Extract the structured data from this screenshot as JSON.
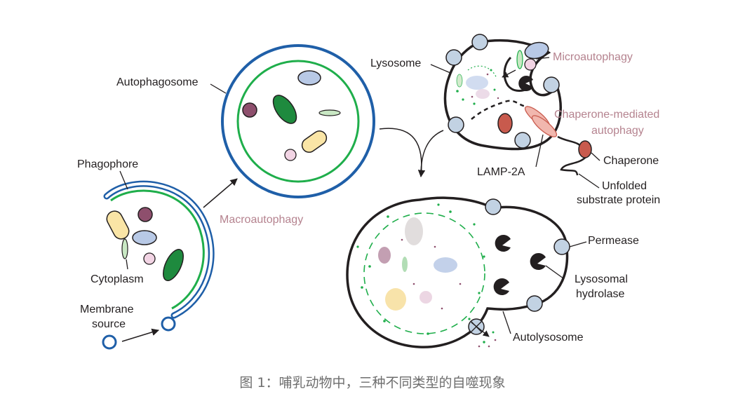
{
  "labels": {
    "autophagosome": "Autophagosome",
    "phagophore": "Phagophore",
    "cytoplasm": "Cytoplasm",
    "membrane_source": [
      "Membrane",
      "source"
    ],
    "macroautophagy": "Macroautophagy",
    "lysosome": "Lysosome",
    "microautophagy": "Microautophagy",
    "cma": [
      "Chaperone-mediated",
      "autophagy"
    ],
    "lamp2a": "LAMP-2A",
    "chaperone": "Chaperone",
    "unfolded": [
      "Unfolded",
      "substrate protein"
    ],
    "permease": "Permease",
    "hydrolase": [
      "Lysosomal",
      "hydrolase"
    ],
    "autolysosome": "Autolysosome"
  },
  "caption": "图 1：哺乳动物中，三种不同类型的自噬现象",
  "colors": {
    "membrane_blue": "#1f5fa8",
    "membrane_green": "#1fae4b",
    "outline": "#231f20",
    "label_pink": "#b5838f",
    "caption_gray": "#6e6e6e"
  }
}
